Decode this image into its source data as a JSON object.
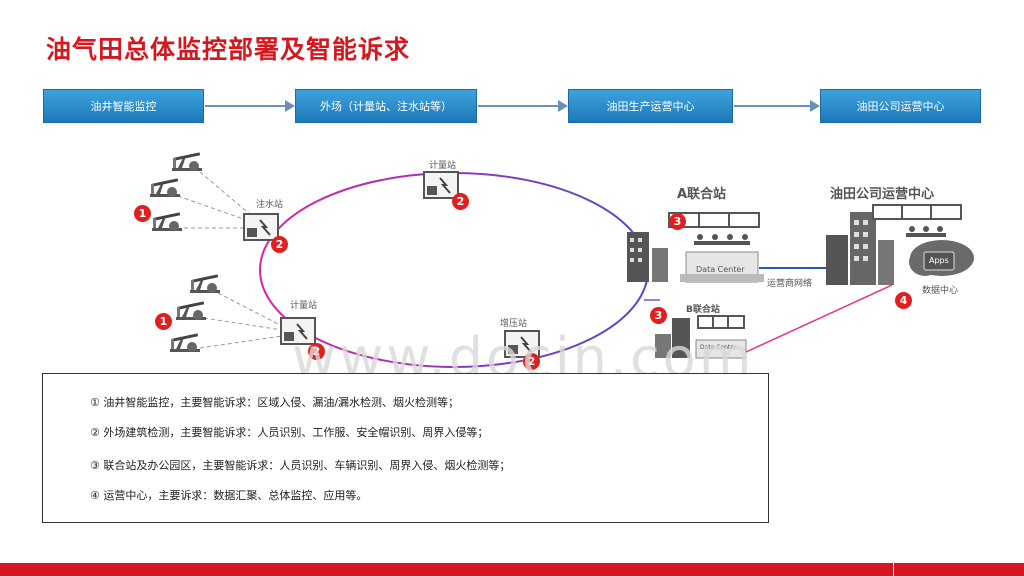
{
  "title": "油气田总体监控部署及智能诉求",
  "flow": [
    {
      "label": "油井智能监控"
    },
    {
      "label": "外场（计量站、注水站等）"
    },
    {
      "label": "油田生产运营中心"
    },
    {
      "label": "油田公司运营中心"
    }
  ],
  "diagram": {
    "water_station": "注水站",
    "meter_station_top": "计量站",
    "meter_station_left": "计量站",
    "booster_station": "增压站",
    "a_station": "A联合站",
    "b_station": "B联合站",
    "company_center": "油田公司运营中心",
    "carrier_network": "运营商网络",
    "data_center": "数据中心",
    "data_center_box": "Data Center",
    "apps": "Apps",
    "b_box": "Data Center",
    "badges": [
      "1",
      "1",
      "2",
      "2",
      "2",
      "2",
      "2",
      "3",
      "3",
      "4"
    ]
  },
  "notes": [
    "①  油井智能监控，主要智能诉求：区域入侵、漏油/漏水检测、烟火检测等；",
    "②  外场建筑检测，主要智能诉求：人员识别、工作服、安全帽识别、周界入侵等；",
    "③  联合站及办公园区，主要智能诉求：人员识别、车辆识别、周界入侵、烟火检测等；",
    "④  运营中心，主要诉求：数据汇聚、总体监控、应用等。"
  ],
  "watermark": "www.docin.com",
  "colors": {
    "title": "#d4181f",
    "step": "#2b8bd0",
    "ring_start": "#e020a0",
    "ring_end": "#4a4ad8",
    "badge": "#e02020",
    "footer": "#d4181f"
  }
}
